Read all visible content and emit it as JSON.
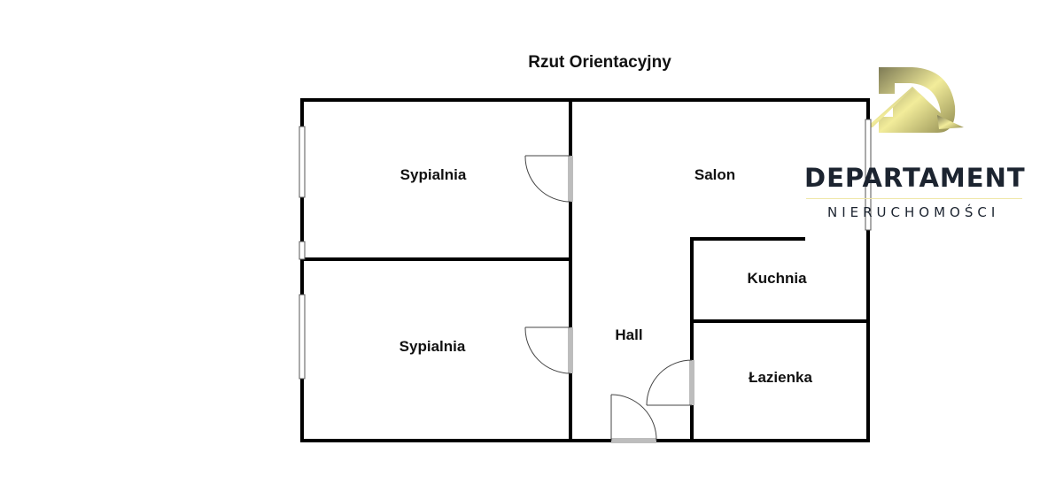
{
  "title": "Rzut Orientacyjny",
  "rooms": {
    "bedroom1": "Sypialnia",
    "bedroom2": "Sypialnia",
    "living": "Salon",
    "kitchen": "Kuchnia",
    "hall": "Hall",
    "bathroom": "Łazienka"
  },
  "logo": {
    "name": "DEPARTAMENT",
    "subtitle": "NIERUCHOMOŚCI",
    "gold": "#c9c070",
    "dark": "#1c2430"
  },
  "colors": {
    "wall": "#000000",
    "door_gap": "#bdbdbd"
  }
}
